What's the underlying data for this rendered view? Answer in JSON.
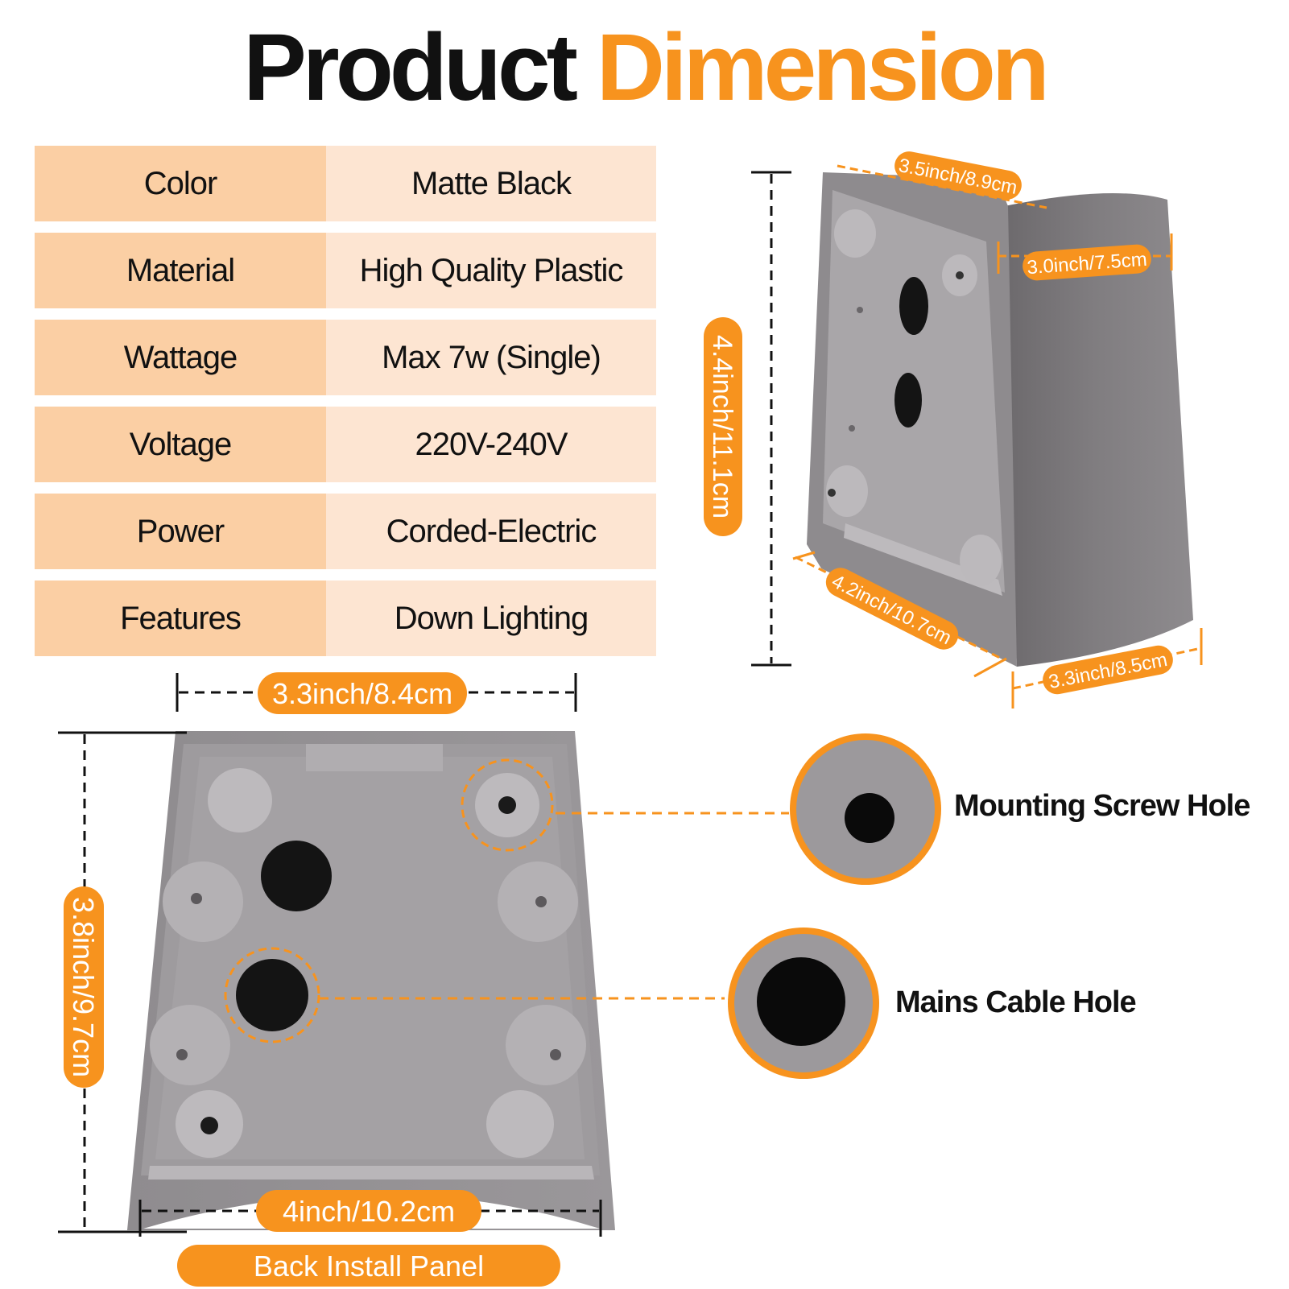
{
  "title": {
    "part1": "Product",
    "part2": "Dimension"
  },
  "specs": [
    {
      "label": "Color",
      "value": "Matte Black"
    },
    {
      "label": "Material",
      "value": "High Quality Plastic"
    },
    {
      "label": "Wattage",
      "value": "Max 7w (Single)"
    },
    {
      "label": "Voltage",
      "value": "220V-240V"
    },
    {
      "label": "Power",
      "value": "Corded-Electric"
    },
    {
      "label": "Features",
      "value": "Down Lighting"
    }
  ],
  "dimensions": {
    "top_depth": "3.5inch/8.9cm",
    "top_width": "3.0inch/7.5cm",
    "height": "4.4inch/11.1cm",
    "bottom_depth": "4.2inch/10.7cm",
    "bottom_width": "3.3inch/8.5cm",
    "panel_top_width": "3.3inch/8.4cm",
    "panel_height": "3.8inch/9.7cm",
    "panel_bottom_width": "4inch/10.2cm"
  },
  "callouts": {
    "screw_hole": "Mounting Screw Hole",
    "cable_hole": "Mains Cable Hole"
  },
  "panel_label": "Back Install Panel",
  "colors": {
    "accent": "#f7931e",
    "key_cell": "#fbcfa4",
    "value_cell": "#fde5d2",
    "product_gray": "#8a878a"
  }
}
